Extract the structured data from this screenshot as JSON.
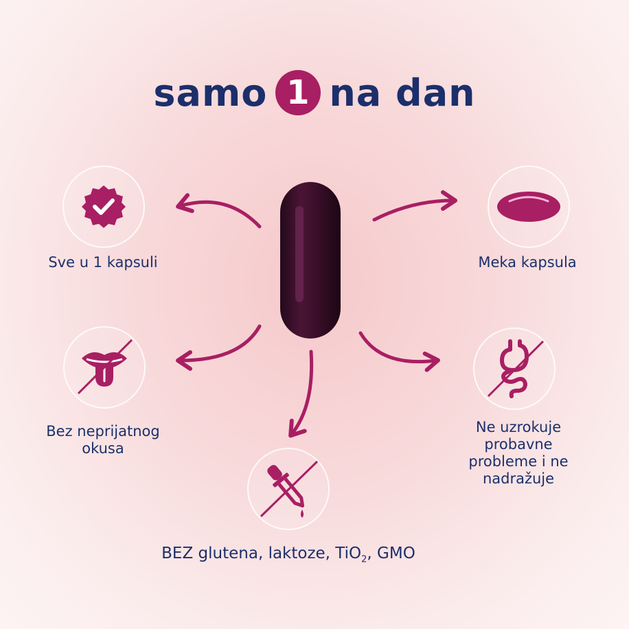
{
  "title": {
    "before": "samo",
    "number": "1",
    "after": "na dan"
  },
  "features": {
    "all_in_one": "Sve u 1 kapsuli",
    "soft_capsule": "Meka kapsula",
    "no_taste_line1": "Bez neprijatnog",
    "no_taste_line2": "okusa",
    "digestive_line1": "Ne uzrokuje",
    "digestive_line2": "probavne",
    "digestive_line3": "probleme i ne",
    "digestive_line4": "nadražuje",
    "free_from_prefix": "BEZ glutena, laktoze, TiO",
    "free_from_sub": "2",
    "free_from_suffix": ", GMO"
  },
  "colors": {
    "navy": "#1c2f6b",
    "magenta": "#a81f63",
    "capsule": "#3a0f2a"
  },
  "icons": [
    "check-badge-icon",
    "soft-capsule-icon",
    "no-tongue-icon",
    "no-stomach-icon",
    "no-dropper-icon"
  ]
}
